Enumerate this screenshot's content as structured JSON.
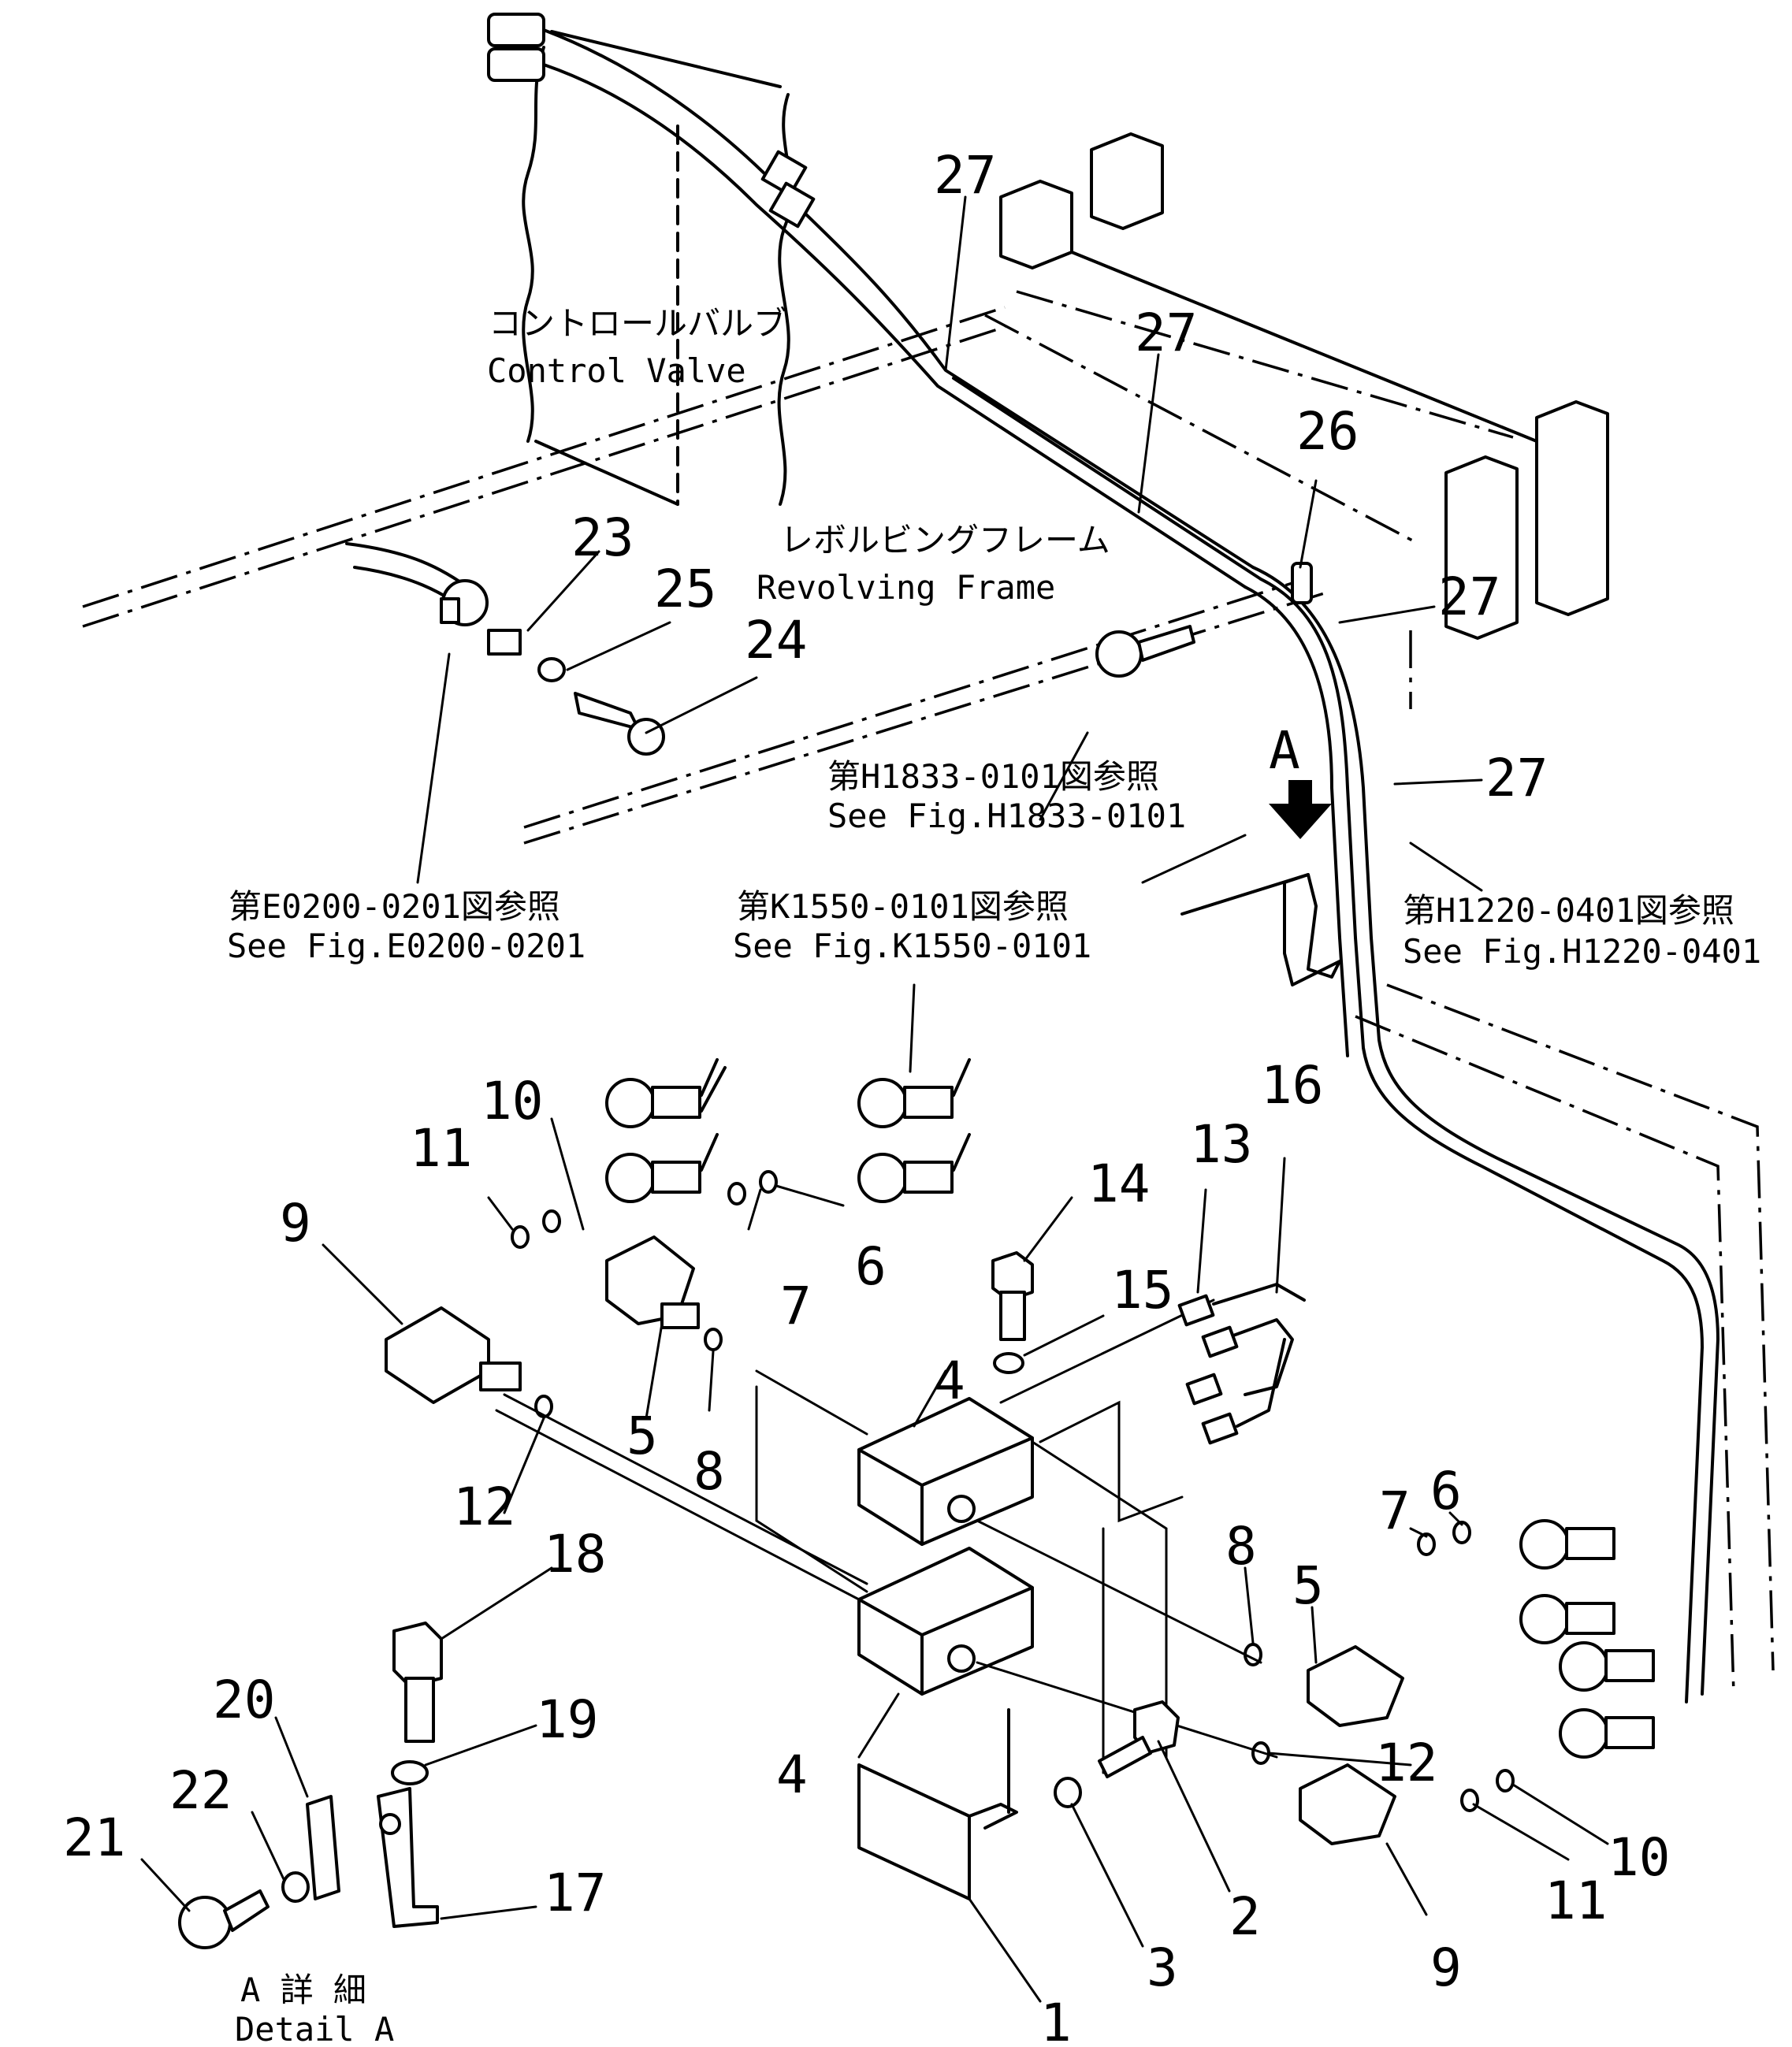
{
  "labels": {
    "control_valve_jp": "コントロールバルブ",
    "control_valve_en": "Control Valve",
    "revolving_frame_jp": "レボルビングフレーム",
    "revolving_frame_en": "Revolving Frame",
    "ref_h1833_jp": "第H1833-0101図参照",
    "ref_h1833_en": "See Fig.H1833-0101",
    "ref_e0200_jp": "第E0200-0201図参照",
    "ref_e0200_en": "See Fig.E0200-0201",
    "ref_k1550_jp": "第K1550-0101図参照",
    "ref_k1550_en": "See Fig.K1550-0101",
    "ref_h1220_jp": "第H1220-0401図参照",
    "ref_h1220_en": "See Fig.H1220-0401",
    "view_arrow": "A",
    "detail_jp": "A 詳 細",
    "detail_en": "Detail A"
  },
  "callouts": [
    {
      "id": "c27a",
      "text": "27"
    },
    {
      "id": "c27b",
      "text": "27"
    },
    {
      "id": "c26",
      "text": "26"
    },
    {
      "id": "c27c",
      "text": "27"
    },
    {
      "id": "c27d",
      "text": "27"
    },
    {
      "id": "c23",
      "text": "23"
    },
    {
      "id": "c25",
      "text": "25"
    },
    {
      "id": "c24",
      "text": "24"
    },
    {
      "id": "c16",
      "text": "16"
    },
    {
      "id": "c13",
      "text": "13"
    },
    {
      "id": "c14",
      "text": "14"
    },
    {
      "id": "c15",
      "text": "15"
    },
    {
      "id": "c10a",
      "text": "10"
    },
    {
      "id": "c11a",
      "text": "11"
    },
    {
      "id": "c9a",
      "text": "9"
    },
    {
      "id": "c7a",
      "text": "7"
    },
    {
      "id": "c6a",
      "text": "6"
    },
    {
      "id": "c4a",
      "text": "4"
    },
    {
      "id": "c5a",
      "text": "5"
    },
    {
      "id": "c8a",
      "text": "8"
    },
    {
      "id": "c12a",
      "text": "12"
    },
    {
      "id": "c18",
      "text": "18"
    },
    {
      "id": "c8b",
      "text": "8"
    },
    {
      "id": "c5b",
      "text": "5"
    },
    {
      "id": "c7b",
      "text": "7"
    },
    {
      "id": "c6b",
      "text": "6"
    },
    {
      "id": "c20",
      "text": "20"
    },
    {
      "id": "c19",
      "text": "19"
    },
    {
      "id": "c22",
      "text": "22"
    },
    {
      "id": "c4b",
      "text": "4"
    },
    {
      "id": "c12b",
      "text": "12"
    },
    {
      "id": "c21",
      "text": "21"
    },
    {
      "id": "c17",
      "text": "17"
    },
    {
      "id": "c10b",
      "text": "10"
    },
    {
      "id": "c11b",
      "text": "11"
    },
    {
      "id": "c2",
      "text": "2"
    },
    {
      "id": "c3",
      "text": "3"
    },
    {
      "id": "c9b",
      "text": "9"
    },
    {
      "id": "c1",
      "text": "1"
    }
  ]
}
